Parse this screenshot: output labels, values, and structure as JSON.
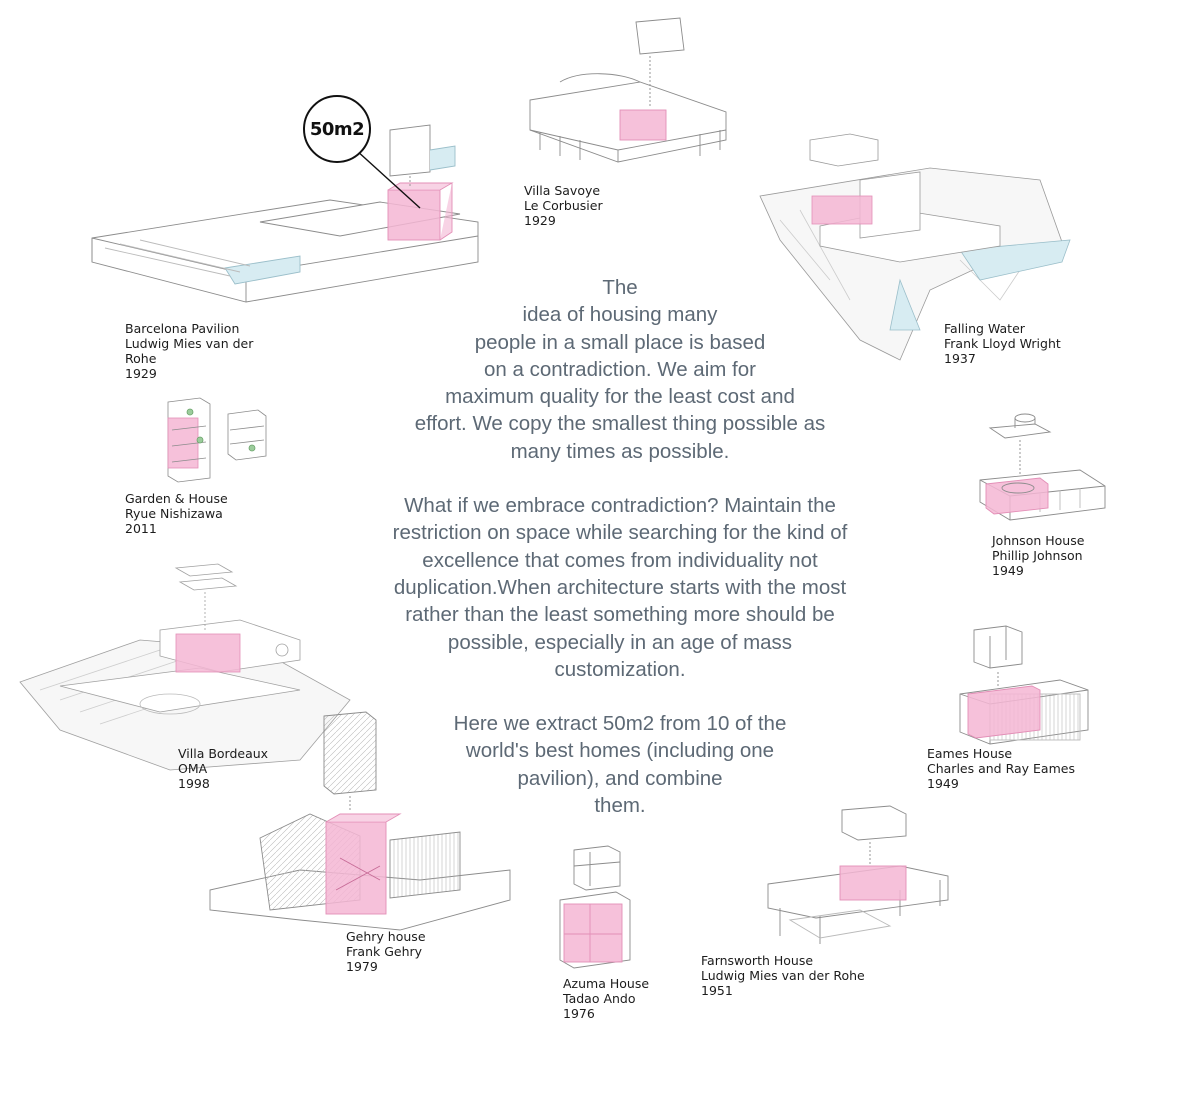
{
  "badge": "50m2",
  "essay": {
    "p1": [
      "The",
      "idea of housing many",
      "people in a small place is based",
      "on a contradiction. We aim for",
      "maximum quality for the least cost and",
      "effort. We copy the smallest thing possible as",
      "many times as possible."
    ],
    "p2": [
      "What if we embrace contradiction? Maintain the",
      "restriction on space while searching for the kind of",
      "excellence that comes from individuality not",
      "duplication.When architecture starts with the most",
      "rather than the least something more should be",
      "possible, especially in an age of mass",
      "customization."
    ],
    "p3": [
      "Here we extract 50m2 from 10 of the",
      "world's best homes (including one",
      "pavilion), and combine",
      "them."
    ]
  },
  "houses": [
    {
      "id": "barcelona",
      "name": "Barcelona Pavilion",
      "architect": [
        "Ludwig Mies van der",
        "Rohe"
      ],
      "year": "1929"
    },
    {
      "id": "savoye",
      "name": "Villa Savoye",
      "architect": [
        "Le Corbusier"
      ],
      "year": "1929"
    },
    {
      "id": "fallingwater",
      "name": "Falling Water",
      "architect": [
        "Frank Lloyd Wright"
      ],
      "year": "1937"
    },
    {
      "id": "garden",
      "name": "Garden & House",
      "architect": [
        "Ryue Nishizawa"
      ],
      "year": "2011"
    },
    {
      "id": "johnson",
      "name": "Johnson House",
      "architect": [
        "Phillip Johnson"
      ],
      "year": "1949"
    },
    {
      "id": "bordeaux",
      "name": "Villa Bordeaux",
      "architect": [
        "OMA"
      ],
      "year": "1998"
    },
    {
      "id": "eames",
      "name": "Eames House",
      "architect": [
        "Charles and Ray Eames"
      ],
      "year": "1949"
    },
    {
      "id": "gehry",
      "name": "Gehry house",
      "architect": [
        "Frank Gehry"
      ],
      "year": "1979"
    },
    {
      "id": "azuma",
      "name": "Azuma House",
      "architect": [
        "Tadao Ando"
      ],
      "year": "1976"
    },
    {
      "id": "farnsworth",
      "name": "Farnsworth House",
      "architect": [
        "Ludwig Mies van der Rohe"
      ],
      "year": "1951"
    }
  ],
  "colors": {
    "highlight": "#f4b6d4",
    "line": "#8c8c8c",
    "water": "#d7ecf2",
    "essay": "#5d6975"
  }
}
